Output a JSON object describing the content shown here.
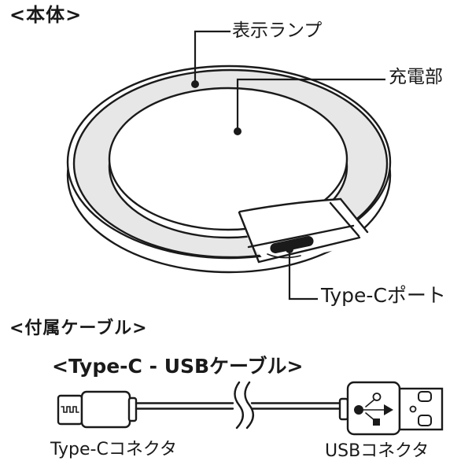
{
  "page": {
    "background": "#ffffff",
    "colors": {
      "line": "#1a1a1a",
      "ring_fill": "#e7e7e8",
      "port_fill": "#1a1a1a",
      "text": "#1a1a1a"
    }
  },
  "device_section": {
    "title": "<本体>",
    "labels": {
      "indicator_lamp": "表示ランプ",
      "charging_area": "充電部",
      "type_c_port": "Type-Cポート"
    }
  },
  "cable_section": {
    "title": "<付属ケーブル>",
    "subtitle": "<Type-C - USBケーブル>",
    "labels": {
      "type_c_connector": "Type-Cコネクタ",
      "usb_connector": "USBコネクタ"
    },
    "icons": {
      "usb_trident": "usb-trident-icon",
      "cable_break": "cable-break-icon"
    }
  }
}
